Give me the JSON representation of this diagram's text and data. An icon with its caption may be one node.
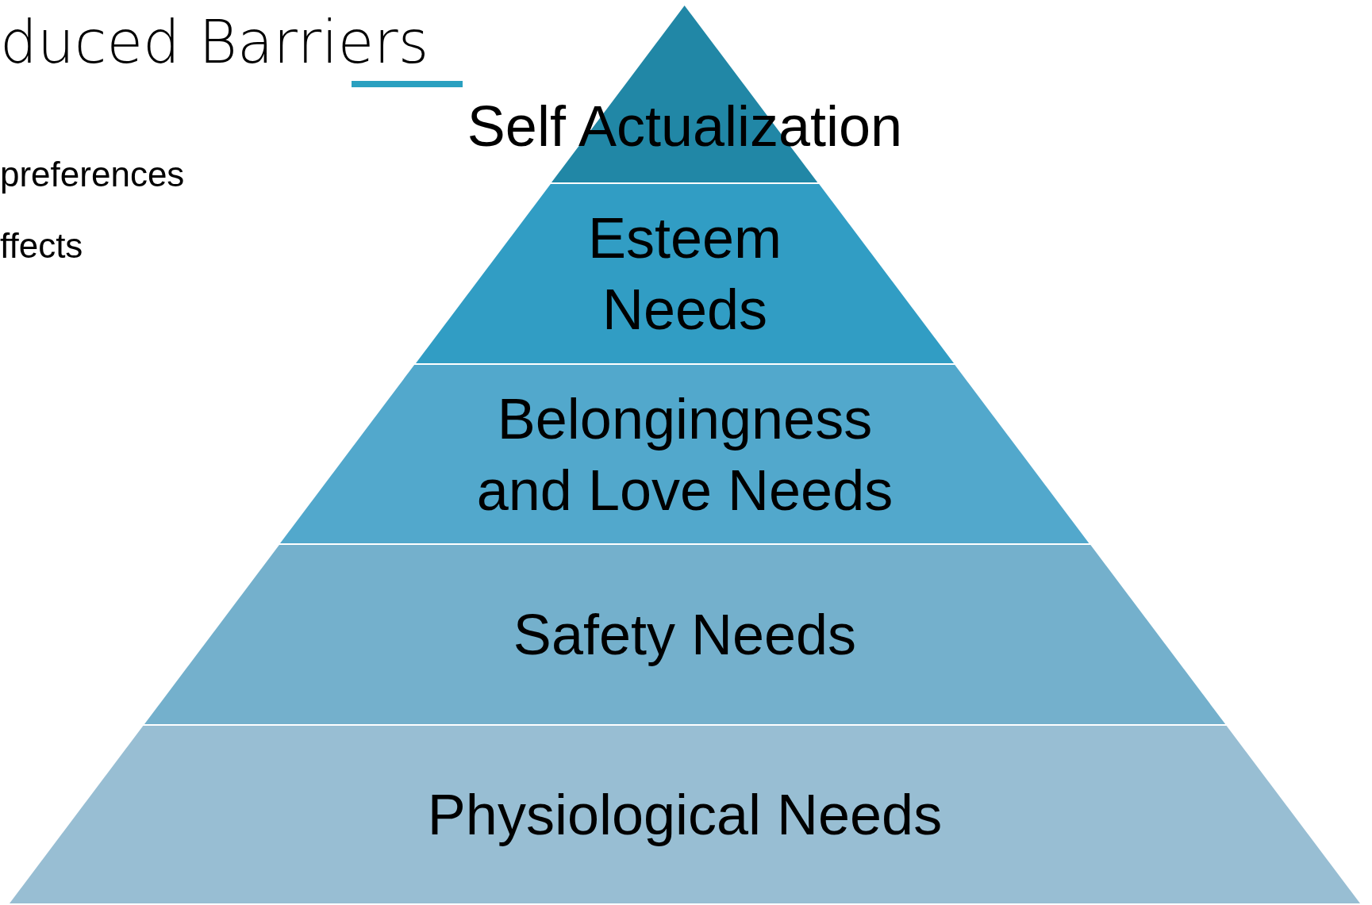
{
  "diagram": {
    "nodes": [
      {
        "text": [
          "Self Actualization"
        ]
      },
      {
        "text": [
          "Esteem Needs"
        ]
      },
      {
        "text": [
          "Belongingness and Love Needs"
        ]
      },
      {
        "text": [
          "Safety Needs"
        ]
      },
      {
        "text": [
          "Physiological Needs"
        ]
      }
    ],
    "labels": [
      "duced Barriers",
      "preferences",
      "ffects"
    ]
  }
}
